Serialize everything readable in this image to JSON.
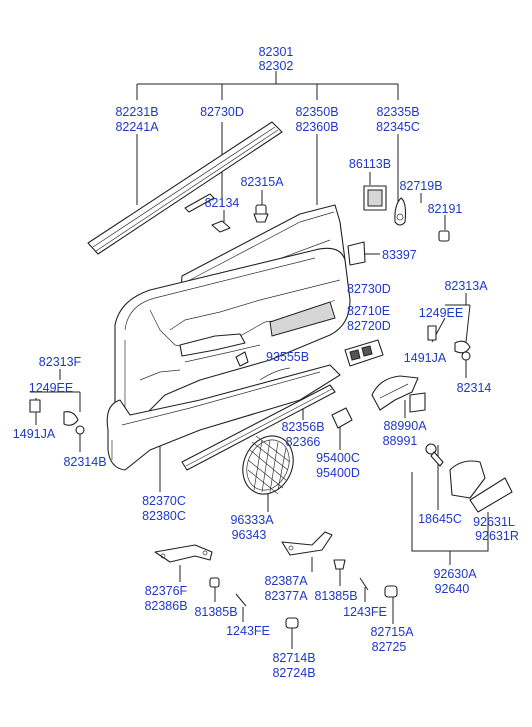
{
  "labels": {
    "assy_1": "82301",
    "assy_2": "82302",
    "seal_1": "82231B",
    "seal_2": "82241A",
    "trim_top": "82730D",
    "panel_1": "82350B",
    "panel_2": "82360B",
    "arm_1": "82335B",
    "arm_2": "82345C",
    "cover": "86113B",
    "clip_a": "82315A",
    "clip_b": "82134",
    "handle": "82719B",
    "cap": "82191",
    "plate": "83397",
    "trim_mid": "82730D",
    "insert_1": "82710E",
    "insert_2": "82720D",
    "grip_r": "82313A",
    "bolt_r": "1249EE",
    "screw_r": "1491JA",
    "nut_r": "82314",
    "grip_l": "82313F",
    "bolt_l": "1249EE",
    "screw_l": "1491JA",
    "nut_l": "82314B",
    "switch": "93555B",
    "lamp_1": "88990A",
    "lamp_2": "88991",
    "pocket_1": "82356B",
    "pocket_2": "82366",
    "spk_1": "95400C",
    "spk_2": "95400D",
    "lower_1": "82370C",
    "lower_2": "82380C",
    "grille_1": "96333A",
    "grille_2": "96343",
    "bulb": "18645C",
    "lens_1": "92631L",
    "lens_2": "92631R",
    "courtesy_1": "92630A",
    "courtesy_2": "92640",
    "brkt_l1": "82376F",
    "brkt_l2": "82386B",
    "fast_1": "81385B",
    "fe_1": "1243FE",
    "brkt_m1": "82387A",
    "brkt_m2": "82377A",
    "fast_2": "81385B",
    "fe_2": "1243FE",
    "stop_1": "82715A",
    "stop_2": "82725",
    "bump_1": "82714B",
    "bump_2": "82724B"
  },
  "colors": {
    "label": "#2038c8",
    "line": "#222222"
  }
}
